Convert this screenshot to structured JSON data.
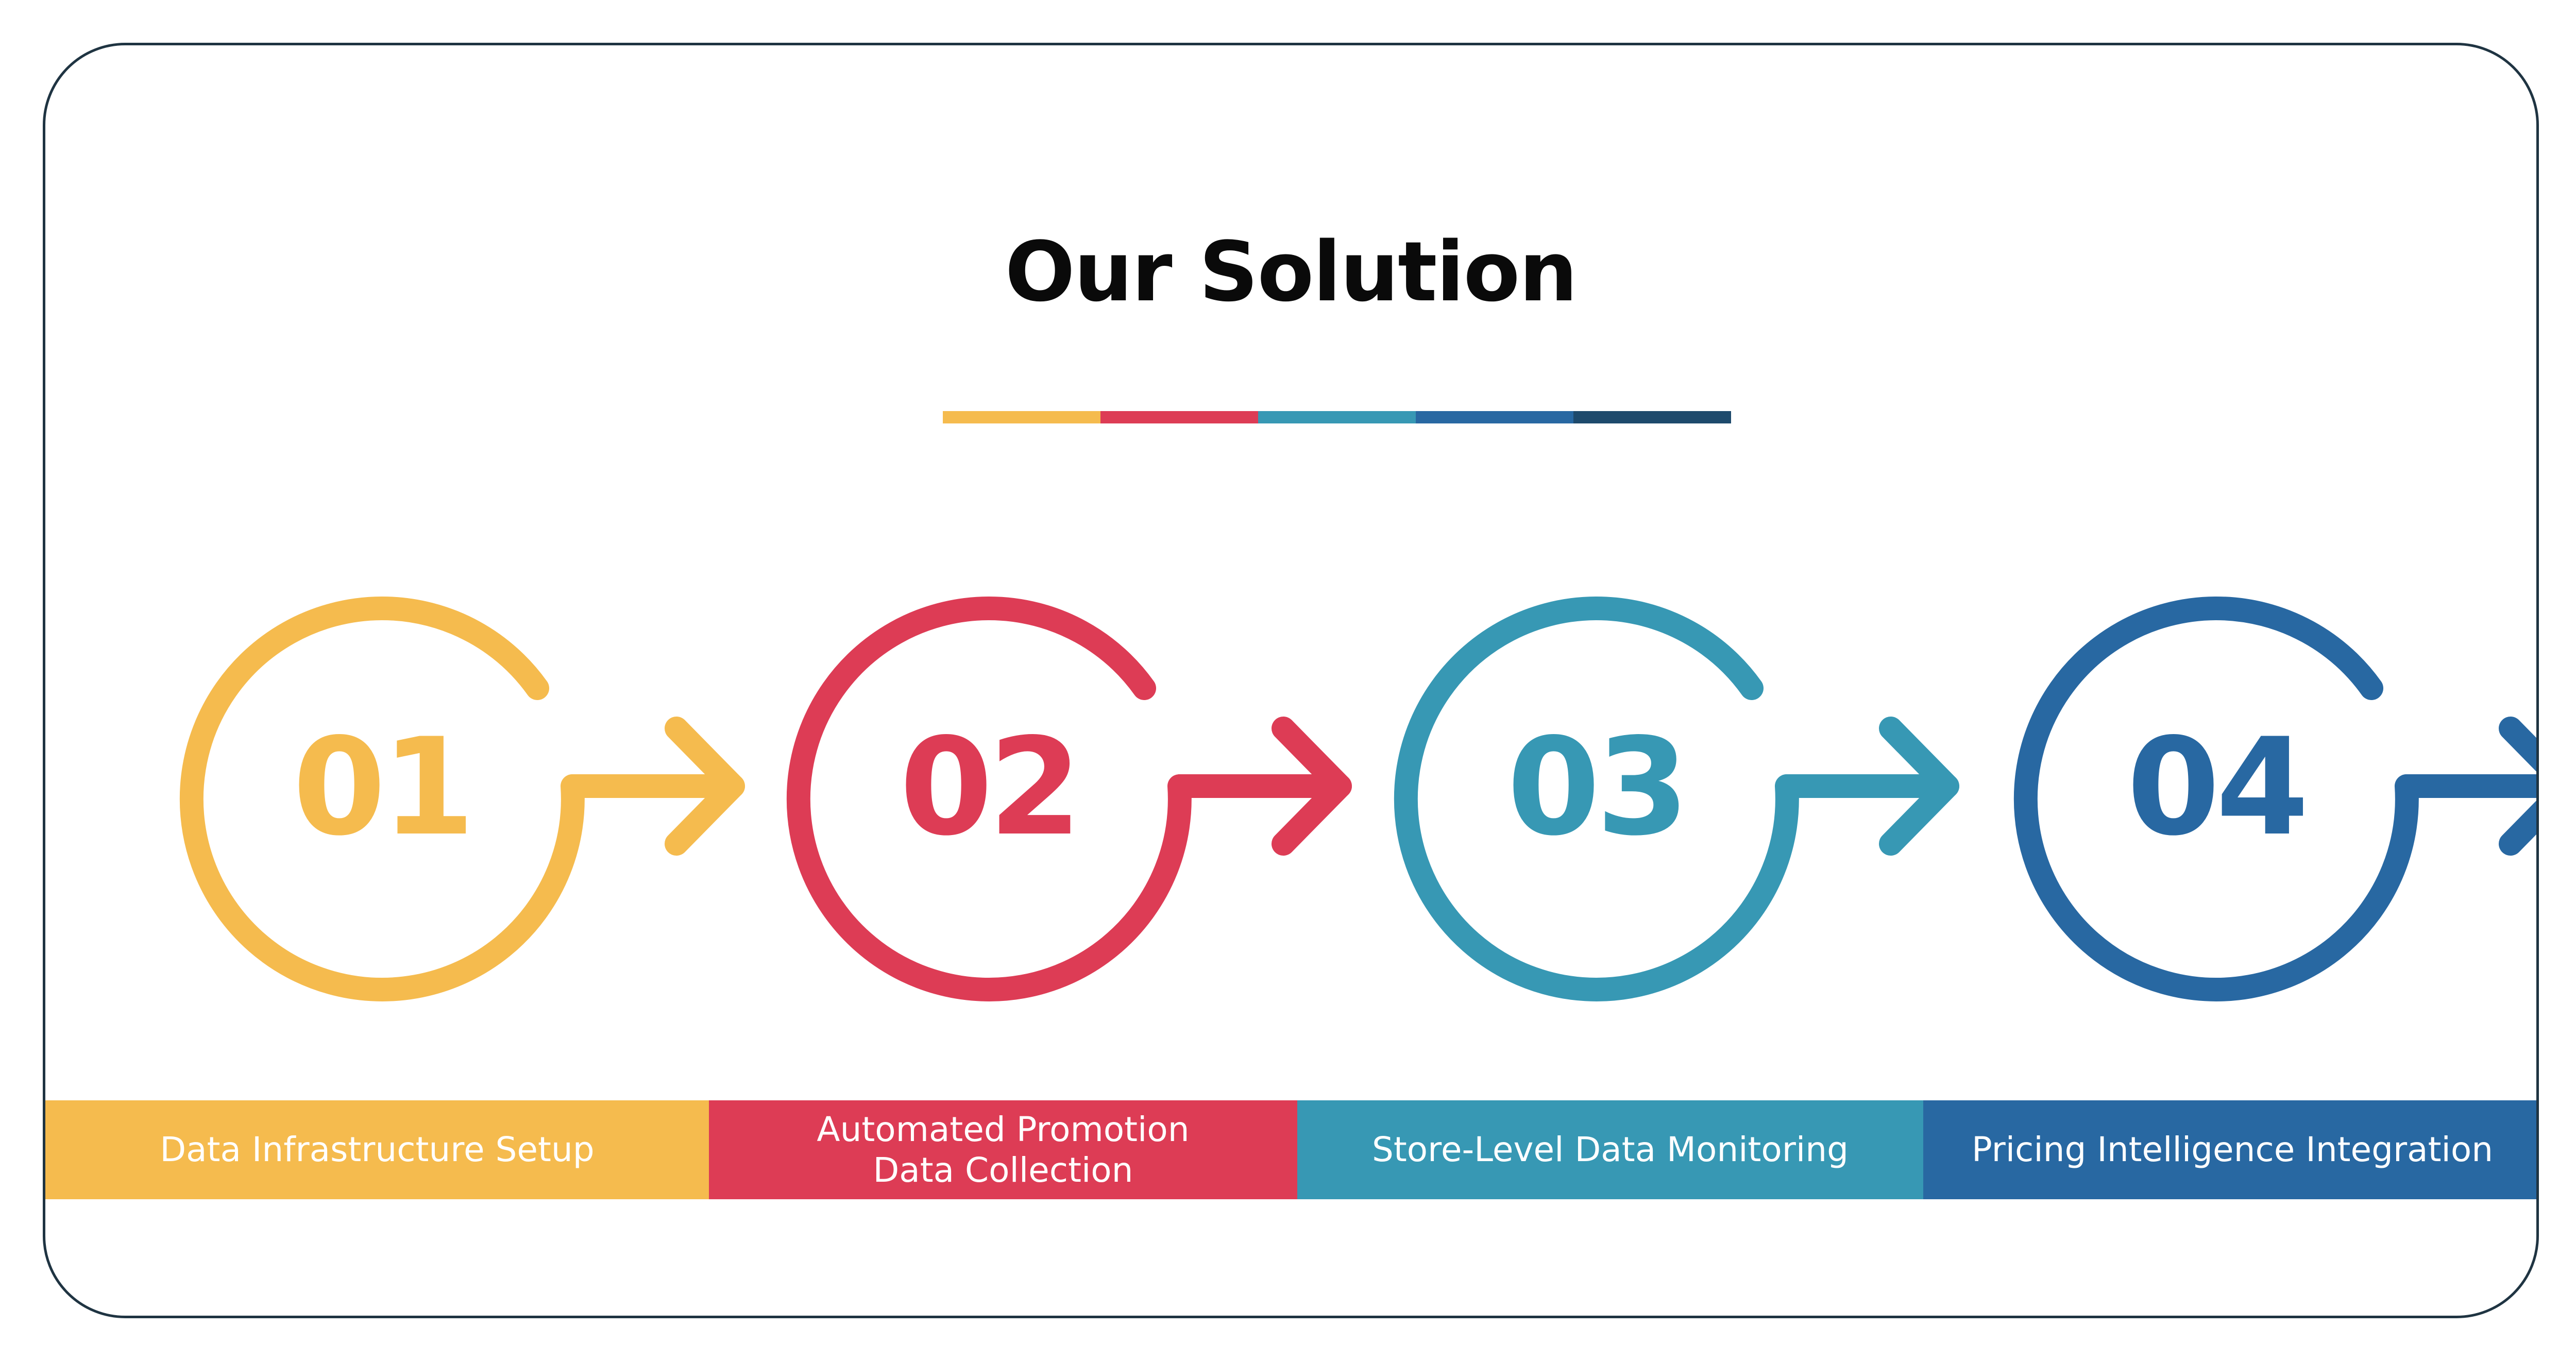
{
  "title": "Our Solution",
  "colors": {
    "yellow": "#f5bb4e",
    "red": "#dd3c55",
    "teal": "#3798b4",
    "blue": "#2868a2",
    "navy": "#1e4a6c",
    "card_border": "#1f3442"
  },
  "divider_colors": [
    "#f5bb4e",
    "#dd3c55",
    "#3798b4",
    "#2868a2",
    "#1e4a6c"
  ],
  "steps": [
    {
      "number": "01",
      "label": "Data Infrastructure Setup",
      "color": "#f5bb4e",
      "icon": "circular-arrow-icon"
    },
    {
      "number": "02",
      "label": "Automated Promotion\nData Collection",
      "color": "#dd3c55",
      "icon": "circular-arrow-icon"
    },
    {
      "number": "03",
      "label": "Store-Level Data Monitoring",
      "color": "#3798b4",
      "icon": "circular-arrow-icon"
    },
    {
      "number": "04",
      "label": "Pricing Intelligence Integration",
      "color": "#2868a2",
      "icon": "circular-arrow-icon"
    }
  ]
}
